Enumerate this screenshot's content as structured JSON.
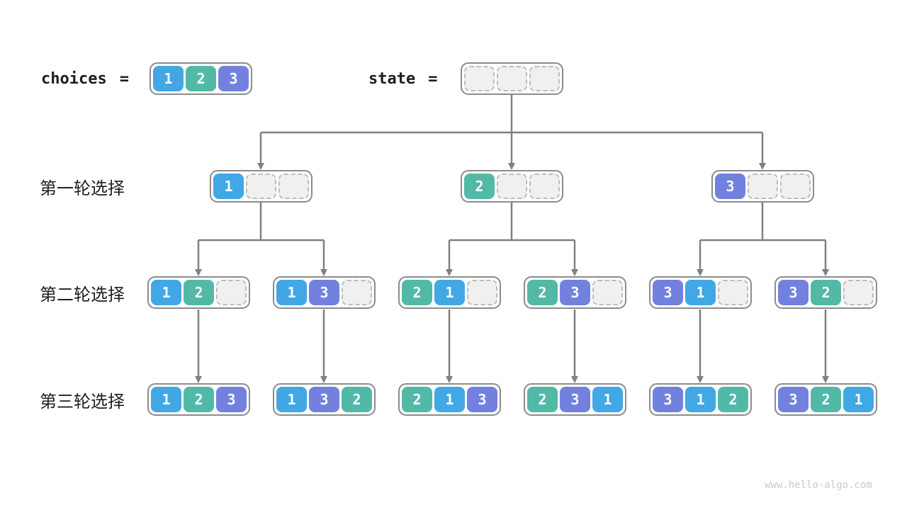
{
  "colors": {
    "c1": "#41a7e5",
    "c2": "#52b9a7",
    "c3": "#7381de",
    "arrow": "#808080",
    "box-border": "#8c8c8c",
    "empty-bg": "#f0f0f0",
    "empty-border": "#bcbcbc",
    "label": "#1f1f1f",
    "watermark": "#c9c9c9"
  },
  "header": {
    "choices_label": "choices",
    "choices_eq": "=",
    "choices_cells": [
      "1",
      "2",
      "3"
    ],
    "state_label": "state",
    "state_eq": "=",
    "state_cells": [
      "",
      "",
      ""
    ]
  },
  "rows": [
    {
      "label": "第一轮选择",
      "nodes": [
        [
          "1",
          "",
          ""
        ],
        [
          "2",
          "",
          ""
        ],
        [
          "3",
          "",
          ""
        ]
      ]
    },
    {
      "label": "第二轮选择",
      "nodes": [
        [
          "1",
          "2",
          ""
        ],
        [
          "1",
          "3",
          ""
        ],
        [
          "2",
          "1",
          ""
        ],
        [
          "2",
          "3",
          ""
        ],
        [
          "3",
          "1",
          ""
        ],
        [
          "3",
          "2",
          ""
        ]
      ]
    },
    {
      "label": "第三轮选择",
      "nodes": [
        [
          "1",
          "2",
          "3"
        ],
        [
          "1",
          "3",
          "2"
        ],
        [
          "2",
          "1",
          "3"
        ],
        [
          "2",
          "3",
          "1"
        ],
        [
          "3",
          "1",
          "2"
        ],
        [
          "3",
          "2",
          "1"
        ]
      ]
    }
  ],
  "watermark": "www.hello-algo.com"
}
